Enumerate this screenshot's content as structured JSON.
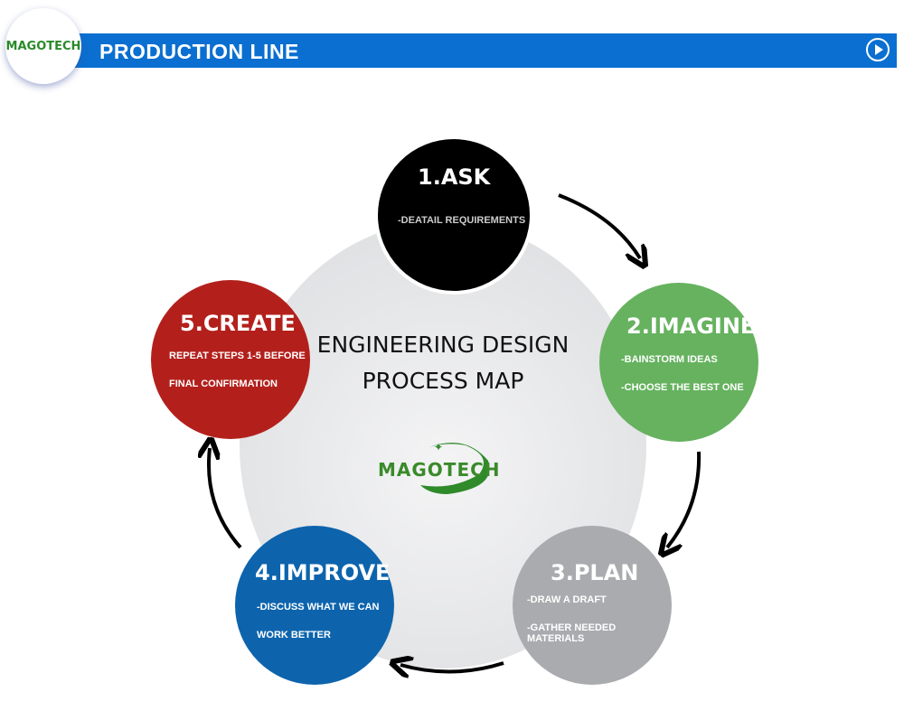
{
  "header": {
    "title": "PRODUCTION LINE",
    "logo": "MAGOTECH",
    "play_icon": "play-circle-icon"
  },
  "center": {
    "title_line1": "ENGINEERING DESIGN",
    "title_line2": "PROCESS MAP",
    "logo": "MAGOTECH"
  },
  "steps": [
    {
      "title": "1.ASK",
      "lines": [
        "-DEATAIL REQUIREMENTS"
      ],
      "color": "#000000"
    },
    {
      "title": "2.IMAGINE",
      "lines": [
        "-BAINSTORM IDEAS",
        "-CHOOSE THE BEST ONE"
      ],
      "color": "#66b25f"
    },
    {
      "title": "3.PLAN",
      "lines": [
        "-DRAW A DRAFT",
        "-GATHER NEEDED MATERIALS"
      ],
      "color": "#a9abae"
    },
    {
      "title": "4.IMPROVE",
      "lines": [
        "-DISCUSS WHAT WE CAN",
        "WORK BETTER"
      ],
      "color": "#0d64ad"
    },
    {
      "title": "5.CREATE",
      "lines": [
        "REPEAT STEPS 1-5 BEFORE",
        "FINAL CONFIRMATION"
      ],
      "color": "#b3201c"
    }
  ]
}
